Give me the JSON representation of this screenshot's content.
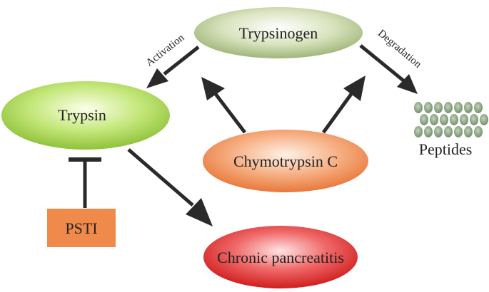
{
  "nodes": {
    "trypsinogen": {
      "label": "Trypsinogen"
    },
    "trypsin": {
      "label": "Trypsin"
    },
    "chymotrypsin_c": {
      "label": "Chymotrypsin C"
    },
    "psti": {
      "label": "PSTI"
    },
    "chronic_pancreatitis": {
      "label": "Chronic pancreatitis"
    },
    "peptides": {
      "label": "Peptides",
      "dot_count": 21
    }
  },
  "edges": {
    "activation": {
      "label": "Activation",
      "from": "Trypsinogen",
      "to": "Trypsin"
    },
    "degradation": {
      "label": "Degradation",
      "from": "Trypsinogen",
      "to": "Peptides"
    },
    "chymo_to_trypsinogen_left": {
      "from": "Chymotrypsin C",
      "to": "Trypsinogen"
    },
    "chymo_to_trypsinogen_right": {
      "from": "Chymotrypsin C",
      "to": "Trypsinogen"
    },
    "trypsin_to_pancreatitis": {
      "from": "Trypsin",
      "to": "Chronic pancreatitis"
    },
    "psti_inhibits_trypsin": {
      "from": "PSTI",
      "to": "Trypsin",
      "type": "inhibition"
    }
  },
  "colors": {
    "trypsinogen": "#b5c98e",
    "trypsin": "#a8d64a",
    "chymotrypsin_c": "#f2925a",
    "psti": "#f08a4b",
    "chronic_pancreatitis": "#e02a2a",
    "peptides": "#7f9a78",
    "arrow": "#2a2a2a"
  }
}
